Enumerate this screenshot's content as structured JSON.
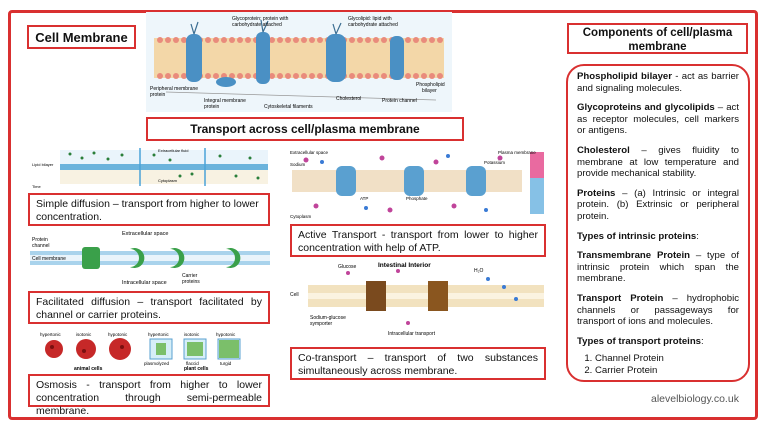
{
  "title": "Cell Membrane",
  "transport_heading": "Transport across cell/plasma membrane",
  "membrane_figure_labels": {
    "glycoprotein": "Glycoprotein: protein with carbohydrate attached",
    "glycolipid": "Glycolipid: lipid with carbohydrate attached",
    "peripheral": "Peripheral membrane protein",
    "integral": "Integral membrane protein",
    "cytoskeletal": "Cytoskeletal filaments",
    "cholesterol": "Cholesterol",
    "channel": "Protein channel",
    "bilayer": "Phospholipid bilayer"
  },
  "descriptions": {
    "simple_diffusion": "Simple diffusion – transport from higher to lower concentration.",
    "facilitated_diffusion": "Facilitated diffusion – transport facilitated by channel or carrier proteins.",
    "osmosis": "Osmosis - transport from higher to lower concentration through semi-permeable membrane.",
    "active_transport": "Active Transport - transport from lower to higher concentration with help of ATP.",
    "co_transport": "Co-transport – transport of two substances simultaneously across membrane."
  },
  "diffusion_figure": {
    "top": "Extracellular fluid",
    "bottom": "Cytoplasm",
    "left": "Lipid bilayer",
    "time": "Time"
  },
  "facilitated_figure": {
    "top": "Extracellular space",
    "bottom": "Intracellular space",
    "channel": "Protein channel",
    "membrane": "Cell membrane",
    "carrier": "Carrier proteins"
  },
  "osmosis_figure": {
    "hypertonic": "hypertonic",
    "isotonic": "isotonic",
    "hypotonic": "hypotonic",
    "animal": "animal cells",
    "plant": "plant cells",
    "plasmolyzed": "plasmolyzed",
    "flaccid": "flaccid",
    "turgid": "turgid"
  },
  "active_figure": {
    "top": "Extracellular space",
    "bottom": "Cytoplasm",
    "sodium": "Sodium",
    "potassium": "Potassium",
    "membrane": "Plasma membrane",
    "atp": "ATP",
    "phosphate": "Phosphate"
  },
  "cotransport_figure": {
    "title": "Intestinal Interior",
    "glucose": "Glucose",
    "h2o": "H₂O",
    "cell": "Cell",
    "symporter": "Sodium-glucose symporter",
    "intracellular": "Intracellular transport"
  },
  "components": {
    "title": "Components of cell/plasma membrane",
    "items": [
      {
        "term": "Phospholipid bilayer",
        "text": " - act as barrier and signaling molecules."
      },
      {
        "term": "Glycoproteins and glycolipids",
        "text": " – act as receptor molecules, cell markers or antigens."
      },
      {
        "term": "Cholesterol",
        "text": " – gives fluidity to membrane at low temperature and provide mechanical stability."
      },
      {
        "term": "Proteins",
        "text": " – (a) Intrinsic or integral protein. (b) Extrinsic or peripheral protein."
      },
      {
        "term": "Types of intrinsic proteins",
        "text": ":"
      },
      {
        "term": "Transmembrane Protein",
        "text": " – type of intrinsic protein which span the membrane."
      },
      {
        "term": "Transport Protein",
        "text": " – hydrophobic channels or passageways for transport of ions and molecules."
      },
      {
        "term": "Types of transport proteins",
        "text": ":"
      }
    ],
    "list": [
      "Channel Protein",
      "Carrier Protein"
    ]
  },
  "watermark": "alevelbiology.co.uk",
  "colors": {
    "accent": "#d93030",
    "membrane": "#4a90c4",
    "protein": "#5aa0d0"
  }
}
